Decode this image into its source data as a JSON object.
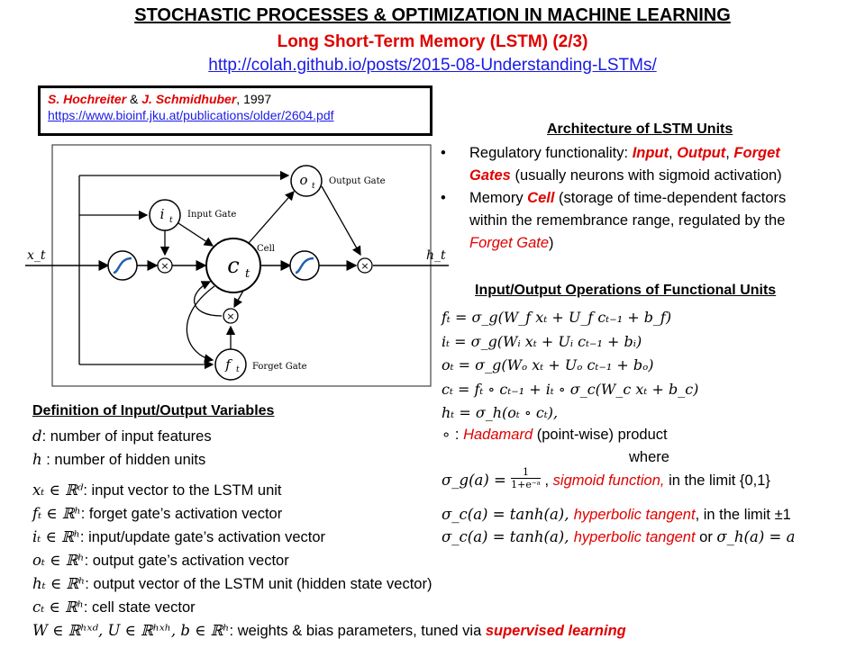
{
  "header": {
    "title": "STOCHASTIC PROCESSES & OPTIMIZATION IN MACHINE LEARNING",
    "subtitle": "Long Short-Term Memory (LSTM) (2/3)",
    "url": "http://colah.github.io/posts/2015-08-Understanding-LSTMs/"
  },
  "reference": {
    "author1": "S. Hochreiter",
    "amp": " & ",
    "author2": "J. Schmidhuber",
    "year": ", 1997",
    "link": "https://www.bioinf.jku.at/publications/older/2604.pdf"
  },
  "diagram": {
    "input_label": "x_t",
    "output_label": "h_t",
    "input_gate": "Input Gate",
    "output_gate": "Output Gate",
    "forget_gate": "Forget Gate",
    "cell": "Cell"
  },
  "architecture": {
    "heading": "Architecture of LSTM Units",
    "b1_a": "Regulatory functionality:  ",
    "b1_input": "Input",
    "b1_sep1": ", ",
    "b1_output": "Output",
    "b1_sep2": ", ",
    "b1_forget": "Forget",
    "b1_gates": "Gates",
    "b1_b": " (usually neurons with sigmoid activation)",
    "b2_a": "Memory ",
    "b2_cell": "Cell",
    "b2_b": " (storage of time-dependent factors",
    "b2_c": "within the remembrance range, regulated  by the",
    "b2_forget": "Forget Gate",
    "b2_d": ")"
  },
  "operations": {
    "heading": "Input/Output Operations of Functional Units",
    "eq1": "fₜ = σ_g(W_f xₜ + U_f cₜ₋₁ + b_f)",
    "eq2": "iₜ = σ_g(Wᵢ xₜ + Uᵢ cₜ₋₁ + bᵢ)",
    "eq3": "oₜ = σ_g(Wₒ xₜ + Uₒ cₜ₋₁ + bₒ)",
    "eq4": "cₜ = fₜ ∘ cₜ₋₁ + iₜ ∘ σ_c(W_c xₜ + b_c)",
    "eq5": "hₜ = σ_h(oₜ ∘ cₜ),",
    "hadamard_a": "∘  : ",
    "hadamard_red": "Hadamard",
    "hadamard_b": " (point-wise) product",
    "where": "where",
    "sig_eq": "σ_g(a) = ",
    "sig_num": "1",
    "sig_den": "1+e⁻ᵃ",
    "sig_sep": " , ",
    "sig_name": "sigmoid function,",
    "sig_limit": " in the limit {0,1}",
    "tanh_eq": "σ_c(a) = tanh(a), ",
    "tanh_name": "hyperbolic tangent",
    "tanh_limit": ", in the limit ±1",
    "tanh2_eq": "σ_c(a) = tanh(a), ",
    "tanh2_name": "hyperbolic tangent",
    "tanh2_or": "  or ",
    "tanh2_h": "σ_h(a) = a"
  },
  "definitions": {
    "heading": "Definition of Input/Output Variables",
    "d_var": "d",
    "d_text": ":  number of input features",
    "h_var": "h",
    "h_text": " : number of hidden units",
    "x_var": "xₜ ∈ ℝᵈ",
    "x_text": ": input vector to the LSTM unit",
    "f_var": "fₜ ∈ ℝʰ",
    "f_text": ": forget gate’s activation vector",
    "i_var": "iₜ ∈ ℝʰ",
    "i_text": ": input/update gate’s activation vector",
    "o_var": "oₜ ∈ ℝʰ",
    "o_text": ": output gate’s activation vector",
    "ht_var": "hₜ ∈ ℝʰ",
    "ht_text": ": output vector of the LSTM unit (hidden state vector)",
    "c_var": "cₜ ∈ ℝʰ",
    "c_text": ": cell state vector",
    "w_var": "W ∈ ℝʰˣᵈ,  U ∈ ℝʰˣʰ,  b ∈ ℝʰ",
    "w_text": ": weights & bias parameters, tuned via ",
    "w_red": "supervised learning"
  }
}
